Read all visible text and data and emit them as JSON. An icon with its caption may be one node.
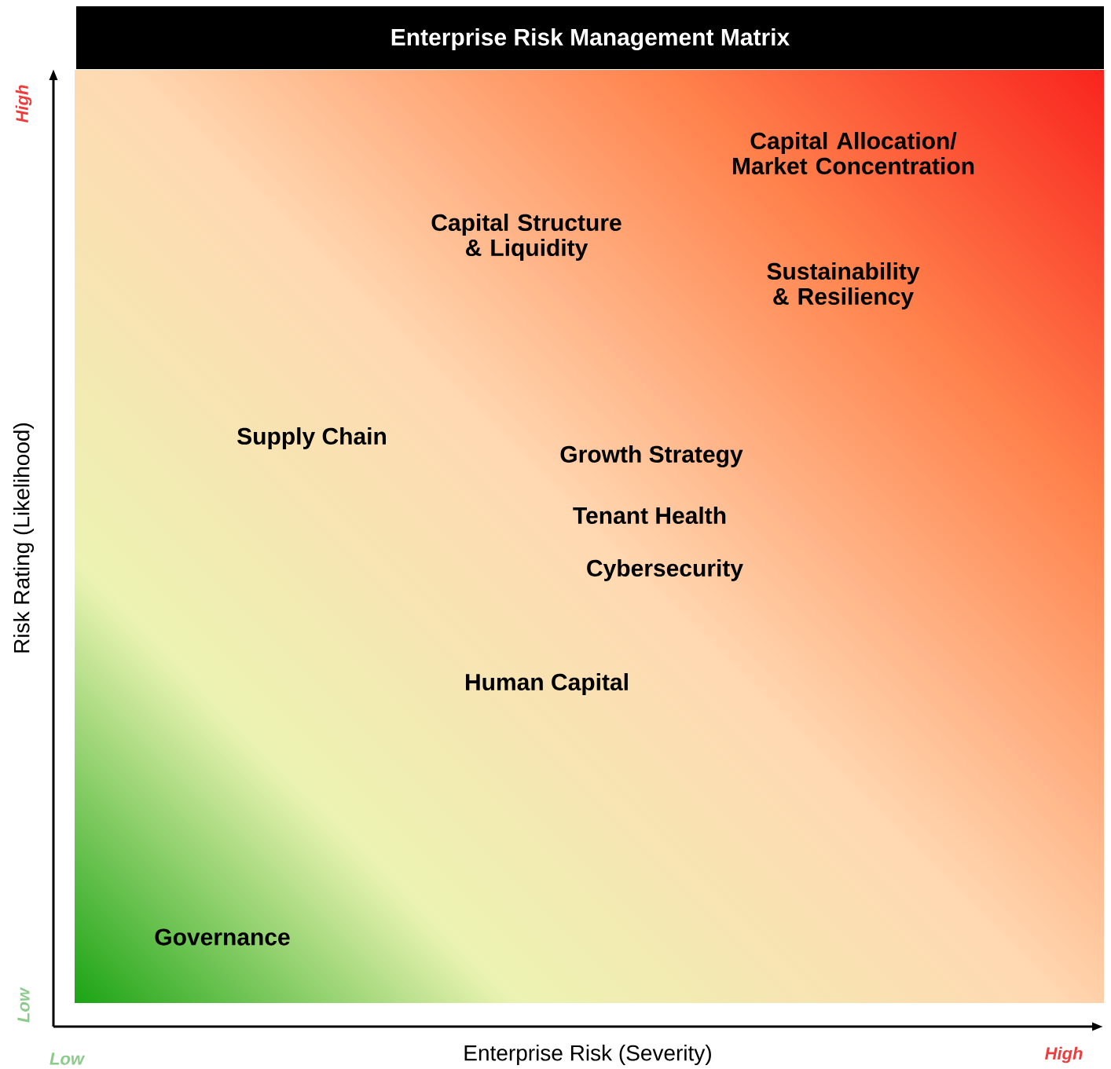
{
  "diagram": {
    "title": "Enterprise Risk Management Matrix",
    "labels": [
      "Capital Allocation/ Market Concentration",
      "Capital Structure & Liquidity",
      "Sustainability & Resiliency",
      "Supply Chain",
      "Growth Strategy",
      "Tenant Health",
      "Cybersecurity",
      "Human Capital",
      "Governance",
      "High",
      "Risk Rating (Likelihood)",
      "Low",
      "Low",
      "Enterprise Risk (Severity)",
      "High"
    ]
  }
}
